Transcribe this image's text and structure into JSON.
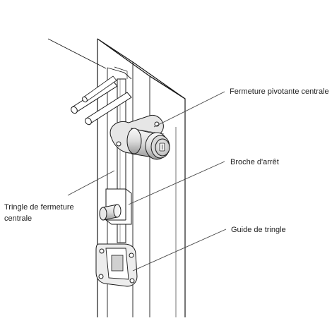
{
  "labels": {
    "fermeture": "Fermeture pivotante centrale",
    "broche": "Broche d'arrêt",
    "guide": "Guide de tringle",
    "tringle_line1": "Tringle de fermeture",
    "tringle_line2": "centrale"
  },
  "colors": {
    "stroke": "#1a1a1a",
    "leader": "#444444",
    "metal_light": "#f2f2f2",
    "metal_mid": "#cfcfcf",
    "metal_dark": "#8a8a8a"
  }
}
